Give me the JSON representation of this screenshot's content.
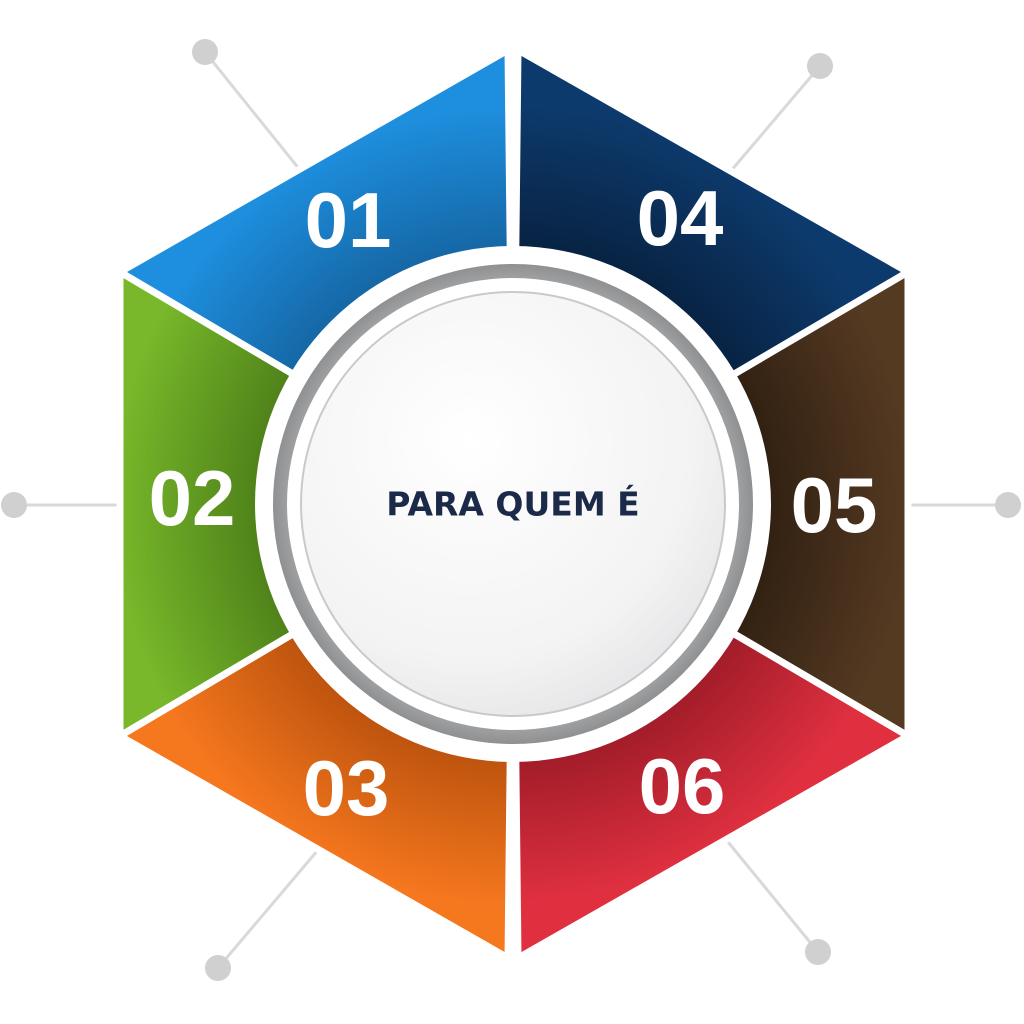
{
  "center": {
    "title": "PARA QUEM É",
    "color": "#1c2a4a"
  },
  "segments": [
    {
      "number": "01",
      "color": "#1e8fdf",
      "dark": "#12588f"
    },
    {
      "number": "02",
      "color": "#78b82a",
      "dark": "#3f6e14"
    },
    {
      "number": "03",
      "color": "#f5771e",
      "dark": "#a84608"
    },
    {
      "number": "04",
      "color": "#0d3a6c",
      "dark": "#061a33"
    },
    {
      "number": "05",
      "color": "#553a22",
      "dark": "#24170c"
    },
    {
      "number": "06",
      "color": "#e03040",
      "dark": "#8a1520"
    }
  ]
}
